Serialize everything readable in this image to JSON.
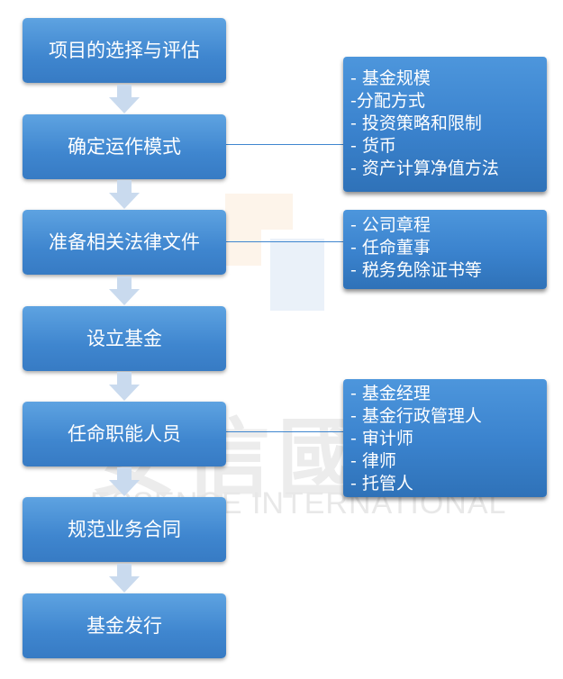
{
  "watermark": {
    "chinese": "安信國際",
    "english": "ESSENCE INTERNATIONAL"
  },
  "steps": [
    {
      "label": "项目的选择与评估"
    },
    {
      "label": "确定运作模式"
    },
    {
      "label": "准备相关法律文件"
    },
    {
      "label": "设立基金"
    },
    {
      "label": "任命职能人员"
    },
    {
      "label": "规范业务合同"
    },
    {
      "label": "基金发行"
    }
  ],
  "panels": [
    {
      "attached_to": "确定运作模式",
      "items": [
        "- 基金规模",
        "-分配方式",
        "- 投资策略和限制",
        "- 货币",
        "- 资产计算净值方法"
      ]
    },
    {
      "attached_to": "准备相关法律文件",
      "items": [
        "- 公司章程",
        "- 任命董事",
        "- 税务免除证书等"
      ]
    },
    {
      "attached_to": "任命职能人员",
      "items": [
        "- 基金经理",
        "- 基金行政管理人",
        "- 审计师",
        "- 律师",
        "- 托管人"
      ]
    }
  ],
  "colors": {
    "box_top": "#5ea3e1",
    "box_bottom": "#377bc4",
    "arrow": "#c9daee",
    "connector": "#3f86cf"
  }
}
